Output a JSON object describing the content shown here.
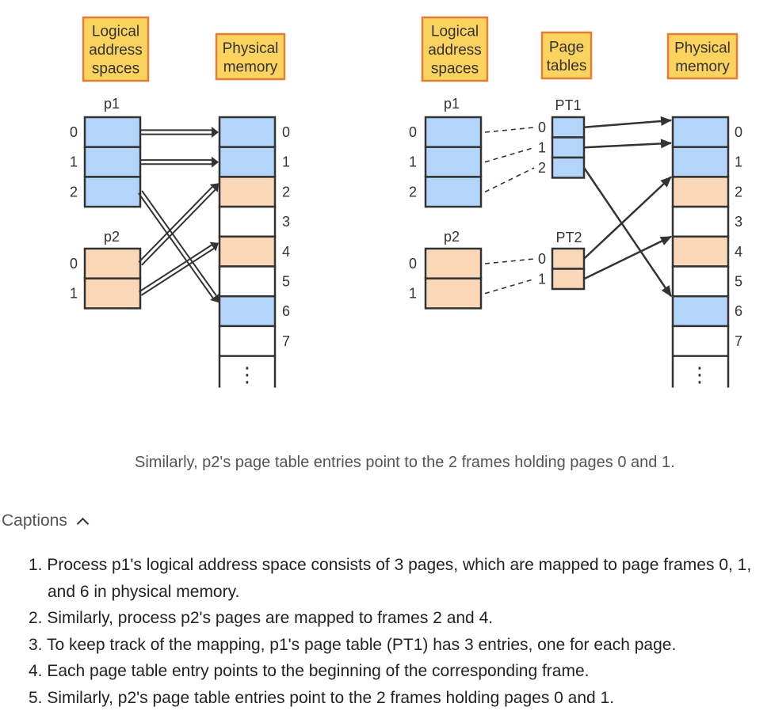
{
  "left_diagram": {
    "legend_logical": [
      "Logical",
      "address",
      "spaces"
    ],
    "legend_physical": [
      "Physical",
      "memory"
    ],
    "p1_label": "p1",
    "p2_label": "p2",
    "p1_page_numbers": [
      "0",
      "1",
      "2"
    ],
    "p2_page_numbers": [
      "0",
      "1"
    ],
    "frame_numbers": [
      "0",
      "1",
      "2",
      "3",
      "4",
      "5",
      "6",
      "7"
    ],
    "ellipsis": "⋮"
  },
  "right_diagram": {
    "legend_logical": [
      "Logical",
      "address",
      "spaces"
    ],
    "legend_page_tables": [
      "Page",
      "tables"
    ],
    "legend_physical": [
      "Physical",
      "memory"
    ],
    "p1_label": "p1",
    "p2_label": "p2",
    "pt1_label": "PT1",
    "pt2_label": "PT2",
    "p1_page_numbers": [
      "0",
      "1",
      "2"
    ],
    "p2_page_numbers": [
      "0",
      "1"
    ],
    "pt1_entry_numbers": [
      "0",
      "1",
      "2"
    ],
    "pt2_entry_numbers": [
      "0",
      "1"
    ],
    "frame_numbers": [
      "0",
      "1",
      "2",
      "3",
      "4",
      "5",
      "6",
      "7"
    ],
    "ellipsis": "⋮"
  },
  "mapping": {
    "p1_frames": [
      0,
      1,
      6
    ],
    "p2_frames": [
      2,
      4
    ]
  },
  "colors": {
    "p1_fill": "#b3d4fb",
    "p2_fill": "#fad7b6",
    "legend_fill": "#fbd35e",
    "legend_border": "#e07f37",
    "stroke": "#333333"
  },
  "current_caption": "Similarly, p2's page table entries point to the 2 frames holding pages 0 and 1.",
  "captions_toggle_label": "Captions",
  "captions": [
    "1. Process p1's logical address space consists of 3 pages, which are mapped to page frames 0, 1, and 6 in physical memory.",
    "2. Similarly, process p2's pages are mapped to frames 2 and 4.",
    "3. To keep track of the mapping, p1's page table (PT1) has 3 entries, one for each page.",
    "4. Each page table entry points to the beginning of the corresponding frame.",
    "5. Similarly, p2's page table entries point to the 2 frames holding pages 0 and 1."
  ]
}
